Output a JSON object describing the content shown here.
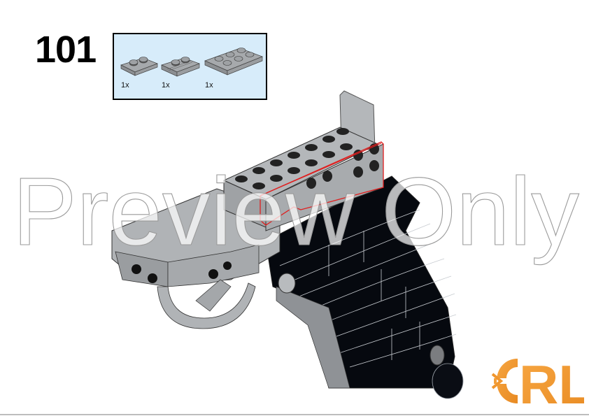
{
  "step": {
    "number": "101"
  },
  "parts_list": {
    "background_color": "#d7ecfa",
    "items": [
      {
        "name": "Plate 1x2",
        "icon": "plate-1x2-icon",
        "quantity": "1x",
        "color": "#a0a3a6"
      },
      {
        "name": "Plate 1x2 with rail",
        "icon": "plate-1x2-rail-icon",
        "quantity": "1x",
        "color": "#a0a3a6"
      },
      {
        "name": "Plate 2x3",
        "icon": "plate-2x3-icon",
        "quantity": "1x",
        "color": "#a0a3a6"
      }
    ]
  },
  "illustration": {
    "subject": "blaster-model-assembly",
    "colors": {
      "light_gray": "#a8abae",
      "dark_body": "#05080f",
      "highlight": "#e01e1e"
    }
  },
  "watermark": {
    "text": "Preview Only"
  },
  "logo": {
    "text": "RL",
    "color": "#f0962e"
  }
}
